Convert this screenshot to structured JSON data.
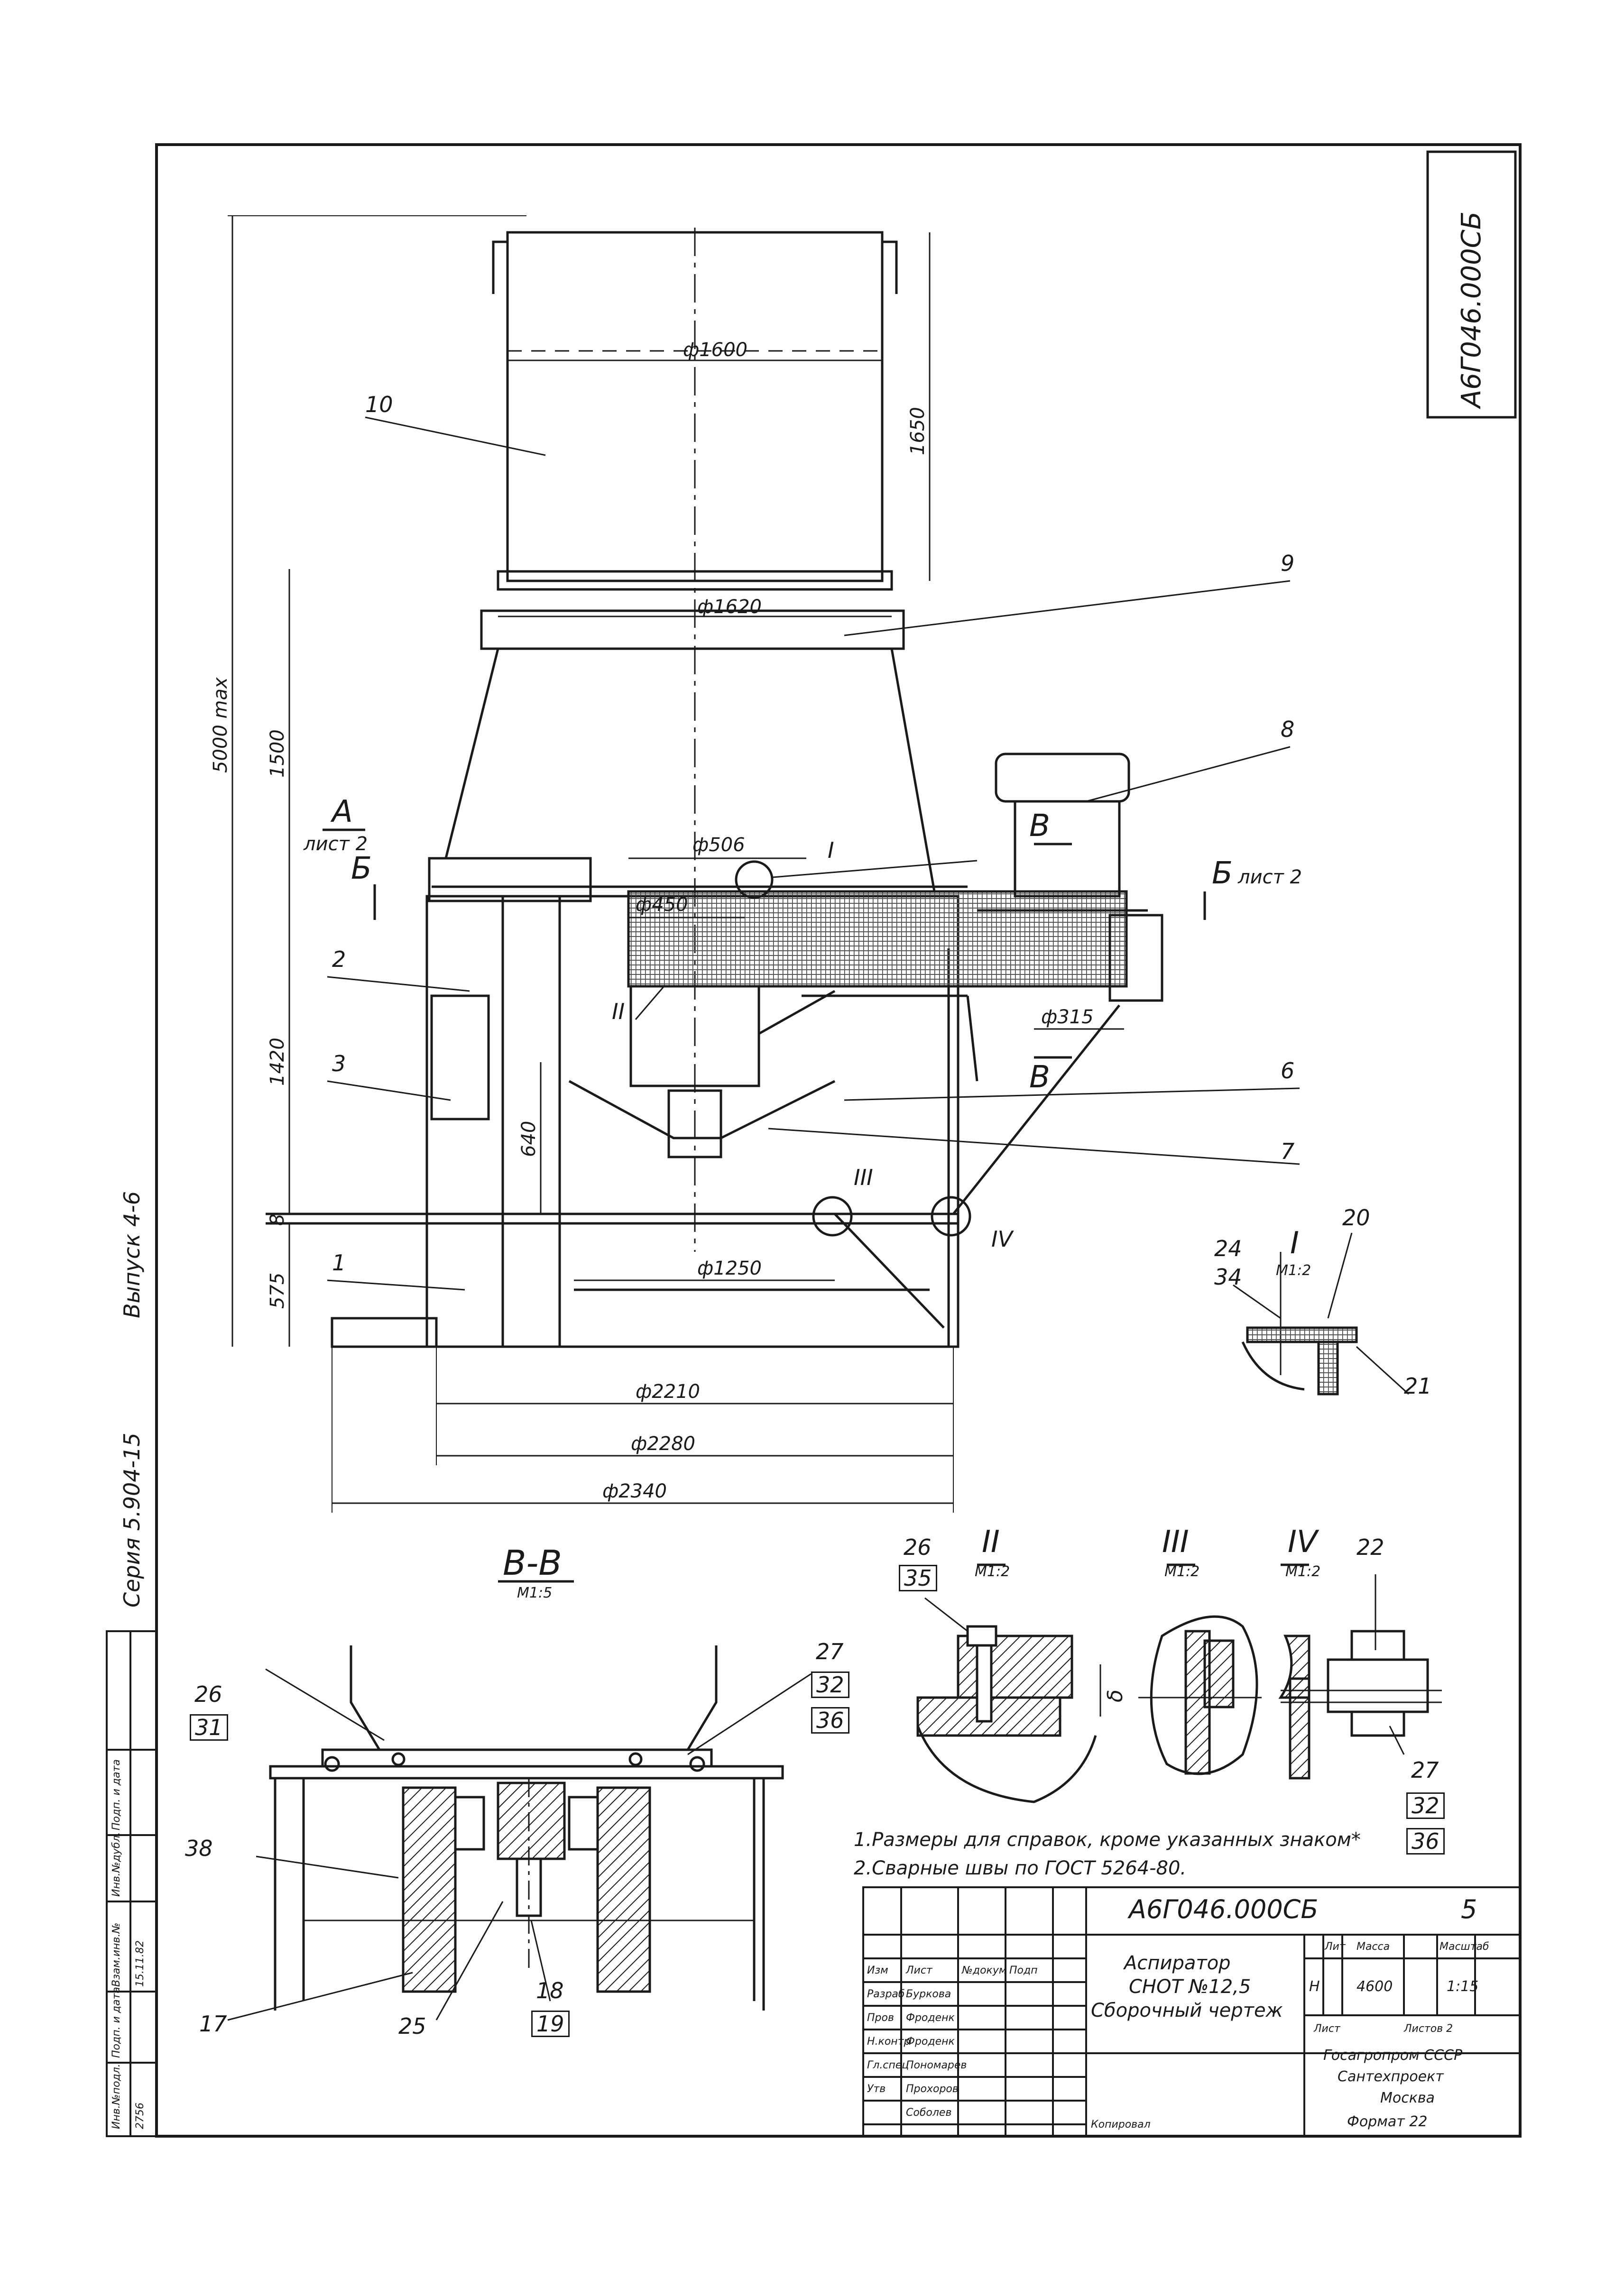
{
  "drawing": {
    "code": "А6Г046.000СБ",
    "code_rotated": "А6Г046.000СБ",
    "sheet": "5",
    "series": "Серия 5.904-15",
    "issue": "Выпуск 4-6"
  },
  "dimensions": {
    "d1600": "ф1600",
    "h1650": "1650",
    "d1620": "ф1620",
    "h5000": "5000 max",
    "h1500": "1500",
    "h1420": "1420",
    "h640": "640",
    "h8": "8",
    "h575": "575",
    "d506": "ф506",
    "d450": "ф450",
    "d315": "ф315",
    "d1250": "ф1250",
    "d2210": "ф2210",
    "d2280": "ф2280",
    "d2340": "ф2340",
    "delta": "δ"
  },
  "section_marks": {
    "a": "А",
    "a_sheet": "лист 2",
    "b_left": "Б",
    "b_right": "Б",
    "b_right_sheet": "лист 2",
    "v_top": "В",
    "v_bottom": "В"
  },
  "callouts": [
    "10",
    "9",
    "8",
    "2",
    "3",
    "6",
    "7",
    "1",
    "24",
    "34",
    "20",
    "21",
    "26",
    "35",
    "22",
    "27",
    "32",
    "36",
    "26",
    "31",
    "27",
    "32",
    "36",
    "38",
    "17",
    "25",
    "18",
    "19"
  ],
  "details": {
    "I": {
      "label": "I",
      "scale": "М1:2"
    },
    "II": {
      "label": "II",
      "scale": "М1:2"
    },
    "III": {
      "label": "III",
      "scale": "М1:2"
    },
    "IV": {
      "label": "IV",
      "scale": "М1:2"
    },
    "I_tag": "I",
    "II_tag": "II",
    "III_tag": "III",
    "IV_tag": "IV"
  },
  "section_vv": {
    "label": "В-В",
    "scale": "М1:5"
  },
  "notes": [
    "1.Размеры для справок, кроме указанных знаком*",
    "2.Сварные швы по ГОСТ 5264-80."
  ],
  "title_block": {
    "code": "А6Г046.000СБ",
    "sheet": "5",
    "name_line1": "Аспиратор",
    "name_line2": "СНОТ №12,5",
    "name_line3": "Сборочный чертеж",
    "lit_header": "Лит",
    "mass_header": "Масса",
    "scale_header": "Масштаб",
    "lit": "Н",
    "mass": "4600",
    "scale": "1:15",
    "sheet_header": "Лист",
    "sheets_header": "Листов 2",
    "org1": "Госагропром СССР",
    "org2": "Сантехпроект",
    "org3": "Москва",
    "format": "Формат 22",
    "copied": "Копировал",
    "rows": [
      {
        "role": "Изм",
        "name": "Лист",
        "sign": "№докум",
        "date": "Подп"
      },
      {
        "role": "Разраб",
        "name": "Буркова",
        "sign": "",
        "date": ""
      },
      {
        "role": "Пров",
        "name": "Фроденк",
        "sign": "",
        "date": ""
      },
      {
        "role": "Н.контр",
        "name": "Фроденк",
        "sign": "",
        "date": ""
      },
      {
        "role": "Гл.спец",
        "name": "Пономарев",
        "sign": "",
        "date": ""
      },
      {
        "role": "Утв",
        "name": "Прохоров",
        "sign": "",
        "date": ""
      },
      {
        "role": "",
        "name": "Соболев",
        "sign": "",
        "date": ""
      }
    ]
  },
  "side_stamp": {
    "col1": "Инв.№подл.",
    "col2": "Подп. и дата",
    "col3": "Взам.инв.№",
    "col4": "Инв.№дубл.",
    "col5": "Подп. и дата",
    "val1": "2756",
    "val2": "15.11.82"
  }
}
